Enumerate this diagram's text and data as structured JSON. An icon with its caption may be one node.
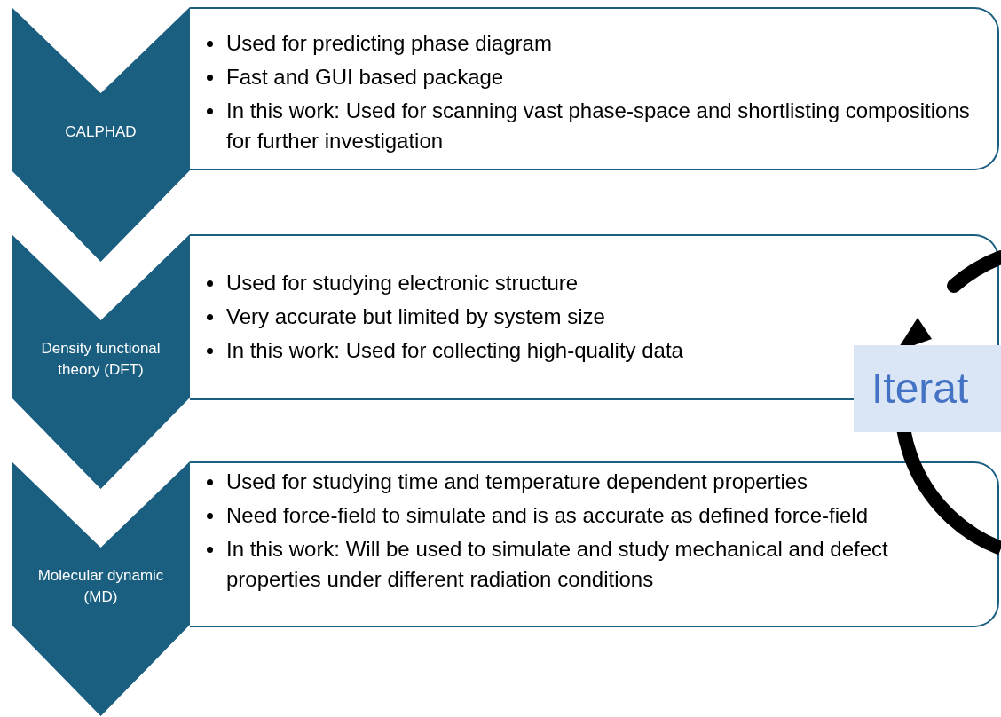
{
  "diagram": {
    "nodes": [
      {
        "text": [
          "CALPHAD"
        ]
      },
      {
        "text": [
          "Used for predicting phase diagram",
          "Fast and GUI based package",
          "In this work: Used for scanning vast phase-space and shortlisting compositions for further investigation"
        ]
      },
      {
        "text": [
          "Density functional theory (DFT)"
        ]
      },
      {
        "text": [
          "Used for studying electronic structure",
          "Very accurate but limited by system size",
          "In this work: Used for collecting high-quality data"
        ]
      },
      {
        "text": [
          "Molecular dynamic (MD)"
        ]
      },
      {
        "text": [
          "Used for studying time and temperature dependent properties",
          "Need force-field to simulate and is as accurate as defined force-field",
          "In this work: Will be used to simulate and study mechanical and defect properties under different radiation conditions"
        ]
      },
      {
        "text": [
          "Iterat"
        ]
      }
    ]
  }
}
